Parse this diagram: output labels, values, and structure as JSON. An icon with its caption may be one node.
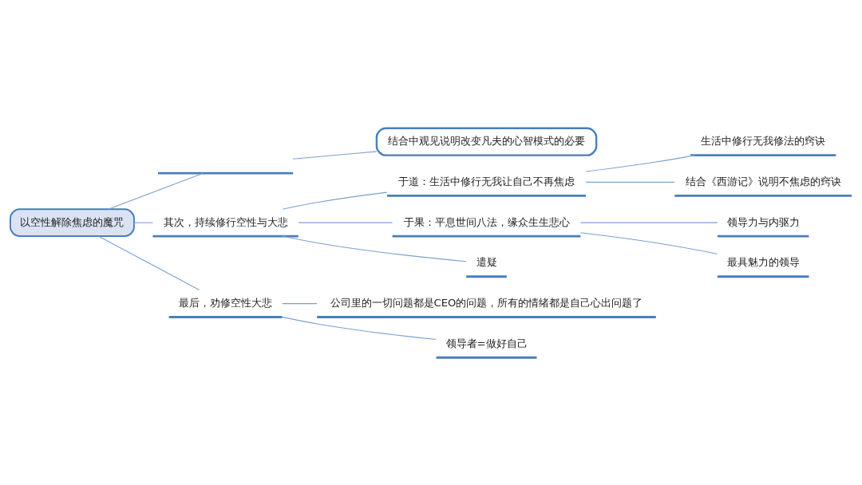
{
  "diagram": {
    "nodes": [
      {
        "text": [
          "以空性解除焦虑的魔咒"
        ]
      },
      {
        "text": [],
        "shape": "bar"
      },
      {
        "text": [
          "结合中观见说明改变凡夫的心智模式的必要"
        ]
      },
      {
        "text": [
          "其次，持续修行空性与大悲"
        ]
      },
      {
        "text": [
          "于道：生活中修行无我让自己不再焦虑"
        ]
      },
      {
        "text": [
          "生活中修行无我修法的窍诀"
        ]
      },
      {
        "text": [
          "结合《西游记》说明不焦虑的窍诀"
        ]
      },
      {
        "text": [
          "于果：平息世间八法，缘众生生悲心"
        ]
      },
      {
        "text": [
          "领导力与内驱力"
        ]
      },
      {
        "text": [
          "最具魅力的领导"
        ]
      },
      {
        "text": [
          "遣疑"
        ]
      },
      {
        "text": [
          "最后，劝修空性大悲"
        ]
      },
      {
        "text": [
          "公司里的一切问题都是CEO的问题，所有的情绪都是自己心出问题了"
        ]
      },
      {
        "text": [
          "领导者=做好自己"
        ]
      }
    ],
    "edges": [
      {
        "from": 0,
        "to": 1,
        "arrow": "none"
      },
      {
        "from": 1,
        "to": 2,
        "arrow": "none"
      },
      {
        "from": 0,
        "to": 3,
        "arrow": "none"
      },
      {
        "from": 3,
        "to": 4,
        "arrow": "none"
      },
      {
        "from": 4,
        "to": 5,
        "arrow": "none"
      },
      {
        "from": 4,
        "to": 6,
        "arrow": "none"
      },
      {
        "from": 3,
        "to": 7,
        "arrow": "none"
      },
      {
        "from": 7,
        "to": 8,
        "arrow": "none"
      },
      {
        "from": 7,
        "to": 9,
        "arrow": "none"
      },
      {
        "from": 3,
        "to": 10,
        "arrow": "none"
      },
      {
        "from": 0,
        "to": 11,
        "arrow": "none"
      },
      {
        "from": 11,
        "to": 12,
        "arrow": "none"
      },
      {
        "from": 11,
        "to": 13,
        "arrow": "none"
      }
    ]
  }
}
